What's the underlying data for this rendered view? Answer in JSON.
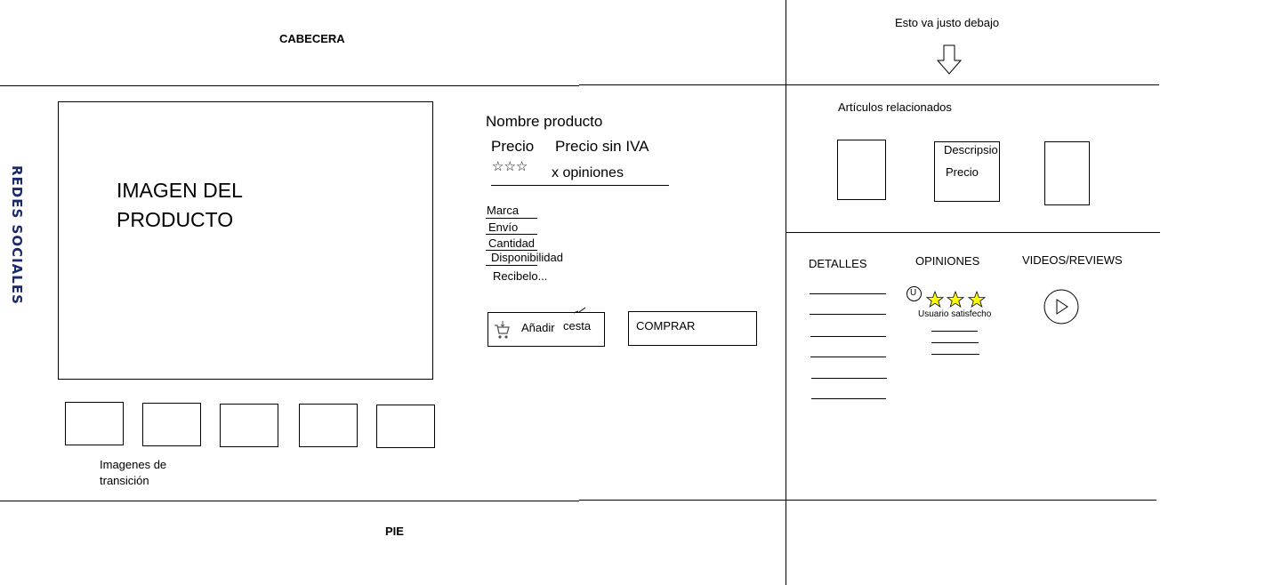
{
  "header": {
    "label": "CABECERA"
  },
  "side_note": {
    "text": "Esto va justo debajo"
  },
  "footer": {
    "label": "PIE"
  },
  "social": {
    "label": "REDES SOCIALES"
  },
  "product": {
    "image_label_line1": "IMAGEN DEL",
    "image_label_line2": "PRODUCTO",
    "name": "Nombre producto",
    "price": "Precio",
    "price_no_tax": "Precio sin IVA",
    "rating_stars": "☆☆☆",
    "opinions_count": "x opiniones",
    "brand": "Marca",
    "shipping": "Envío",
    "quantity": "Cantidad",
    "availability": "Disponibilidad",
    "receive": "Recibelo...",
    "add_label": "Añadir",
    "cart_label": "cesta",
    "buy_label": "COMPRAR",
    "thumbs_caption_line1": "Imagenes de",
    "thumbs_caption_line2": "transición"
  },
  "related": {
    "title": "Artículos relacionados",
    "card_description": "Descripsio",
    "card_price": "Precio"
  },
  "tabs": {
    "details": "DETALLES",
    "opinions": "OPINIONES",
    "videos": "VIDEOS/REVIEWS",
    "user_initial": "U",
    "user_caption": "Usuario satisfecho"
  },
  "colors": {
    "star_fill": "#ffff00",
    "ink": "#000000",
    "vertical_text": "#1a2a6c"
  }
}
